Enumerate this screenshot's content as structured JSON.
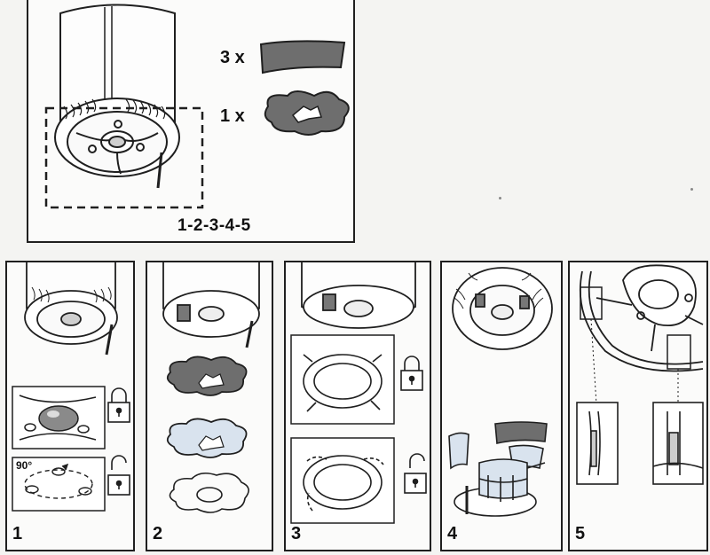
{
  "overview": {
    "parts": [
      {
        "qty": "3 x",
        "icon": "felt-strip-icon"
      },
      {
        "qty": "1 x",
        "icon": "felt-disc-icon"
      }
    ],
    "steps_label": "1-2-3-4-5"
  },
  "steps": [
    {
      "number": "1",
      "angle": "90°",
      "icons": [
        "unlocked-padlock-icon",
        "closed-padlock-icon"
      ]
    },
    {
      "number": "2"
    },
    {
      "number": "3",
      "icons": [
        "closed-padlock-icon",
        "unlocked-padlock-icon"
      ]
    },
    {
      "number": "4"
    },
    {
      "number": "5"
    }
  ],
  "colors": {
    "felt_dark": "#6e6e6e",
    "felt_light": "#d9e3ee",
    "line": "#1f1f1f"
  }
}
